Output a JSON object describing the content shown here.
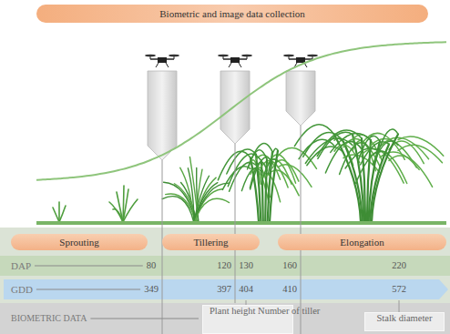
{
  "diagram": {
    "nodes": [
      {
        "text": [
          "Biometric and image data collection"
        ]
      },
      {
        "text": [
          "Sprouting"
        ]
      },
      {
        "text": [
          "Tillering"
        ]
      },
      {
        "text": [
          "Elongation"
        ]
      },
      {
        "text": [
          "DAP",
          "80",
          "120",
          "130",
          "160",
          "220"
        ]
      },
      {
        "text": [
          "GDD",
          "349",
          "397",
          "404",
          "410",
          "572"
        ]
      },
      {
        "text": [
          "BIOMETRIC DATA"
        ]
      },
      {
        "text": [
          "Plant height Number of tiller"
        ],
        "in": 6
      },
      {
        "text": [
          "Stalk diameter"
        ],
        "in": 6
      }
    ]
  }
}
